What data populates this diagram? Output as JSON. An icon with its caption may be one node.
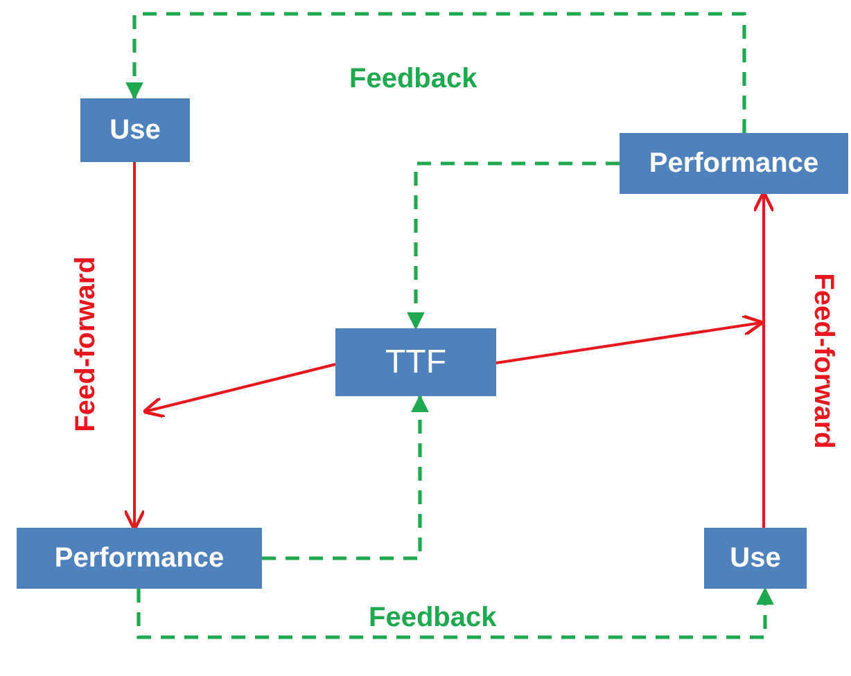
{
  "diagram": {
    "nodes": [
      {
        "text": [
          "Use"
        ]
      },
      {
        "text": [
          "Performance"
        ]
      },
      {
        "text": [
          "TTF"
        ]
      },
      {
        "text": [
          "Performance"
        ]
      },
      {
        "text": [
          "Use"
        ]
      }
    ],
    "edges": [
      {
        "from": 1,
        "to": 0,
        "arrow": "to",
        "style": "dashed",
        "color": "#1fa84f",
        "label": "Feedback"
      },
      {
        "from": 1,
        "to": 2,
        "arrow": "to",
        "style": "dashed",
        "color": "#1fa84f"
      },
      {
        "from": 0,
        "to": 3,
        "arrow": "to",
        "color": "#e8161e",
        "label": "Feed-forward"
      },
      {
        "from": 2,
        "to": null,
        "arrow": "to",
        "color": "#e8161e"
      },
      {
        "from": 2,
        "to": null,
        "arrow": "to",
        "color": "#e8161e"
      },
      {
        "from": 4,
        "to": 1,
        "arrow": "to",
        "color": "#e8161e",
        "label": "Feed-forward"
      },
      {
        "from": 3,
        "to": 2,
        "arrow": "to",
        "style": "dashed",
        "color": "#1fa84f"
      },
      {
        "from": 3,
        "to": 4,
        "arrow": "to",
        "style": "dashed",
        "color": "#1fa84f",
        "label": "Feedback"
      }
    ]
  }
}
